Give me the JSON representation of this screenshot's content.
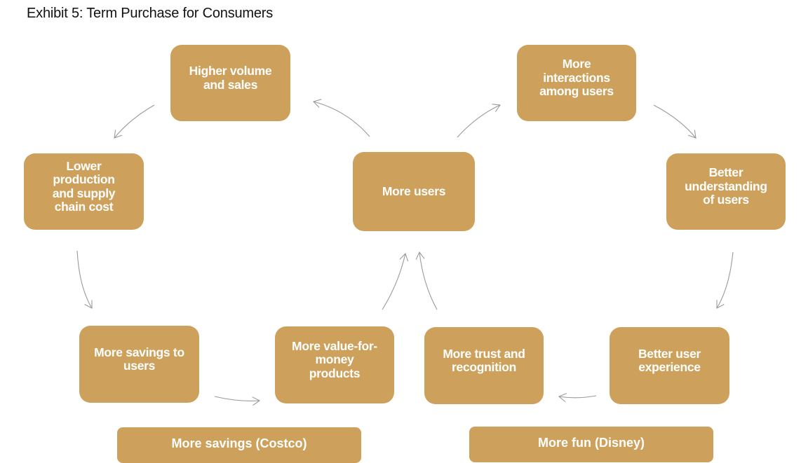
{
  "title": "Exhibit 5: Term Purchase for Consumers",
  "nodes": {
    "higher_volume": "Higher volume\nand sales",
    "more_interactions": "More\ninteractions\namong users",
    "lower_production": "Lower\nproduction\nand supply\nchain cost",
    "more_users": "More users",
    "better_understanding": "Better\nunderstanding\nof users",
    "more_savings": "More savings to\nusers",
    "value_for_money": "More value-for-\nmoney\nproducts",
    "more_trust": "More trust and\nrecognition",
    "better_experience": "Better user\nexperience"
  },
  "labels": {
    "costco": "More savings (Costco)",
    "disney": "More fun (Disney)"
  },
  "colors": {
    "box": "#cda15b",
    "arrow": "#9a9a9a"
  }
}
